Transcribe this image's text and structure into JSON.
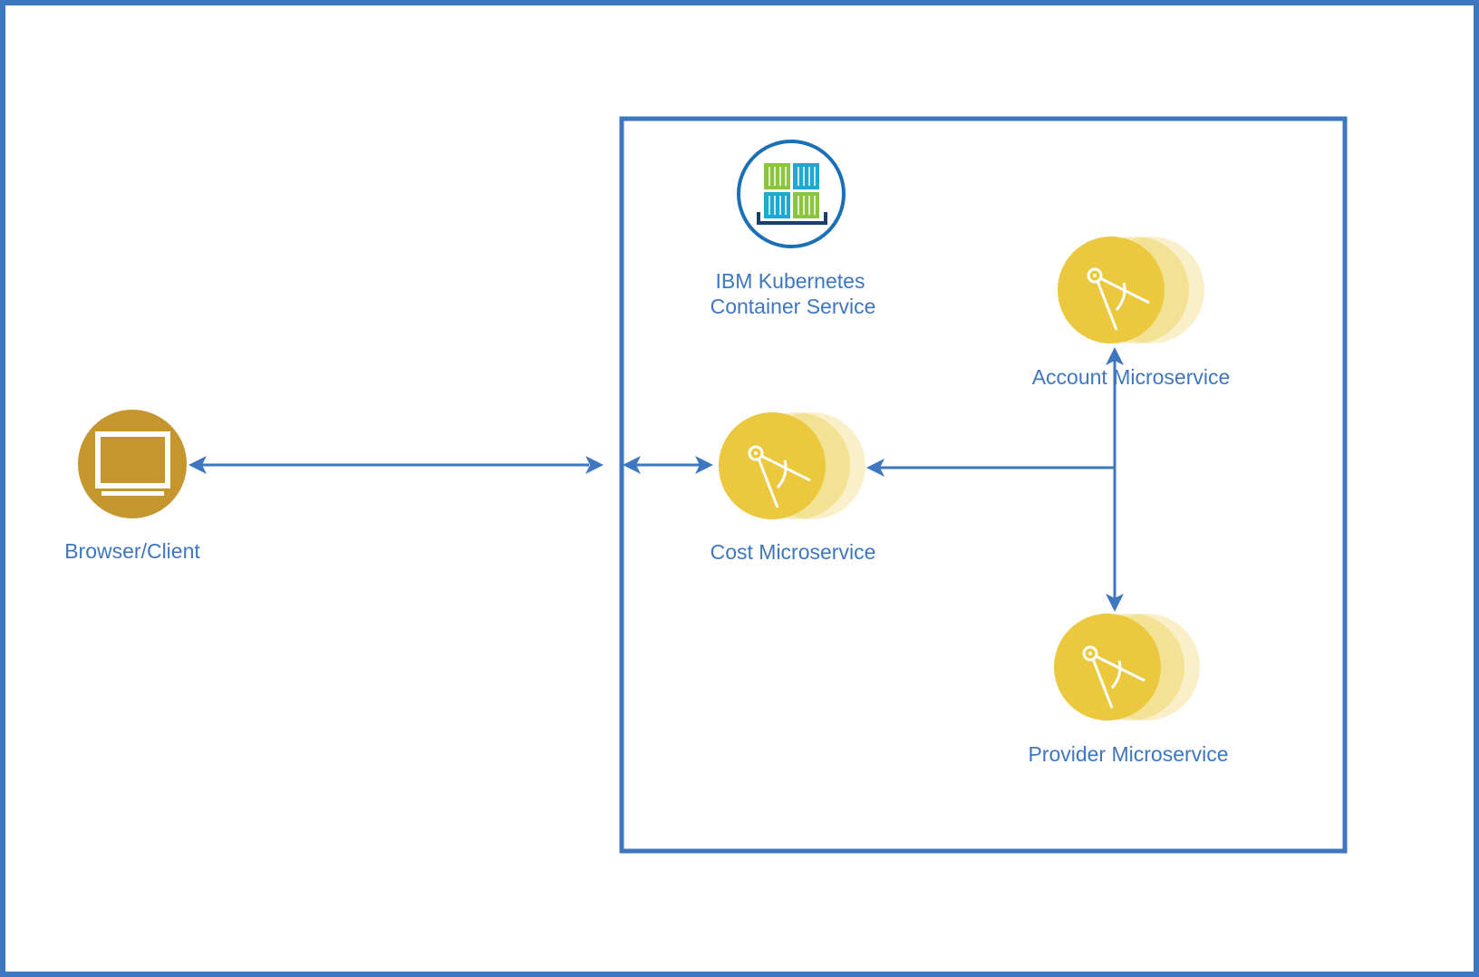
{
  "colors": {
    "line": "#3e76bf",
    "client_circle": "#c5962e",
    "microservice_circle": "#ebc83e",
    "kube_circle_stroke": "#1a6fb5",
    "container_green": "#8cc63f",
    "container_blue": "#1fa9d1",
    "container_base": "#1a3f6a"
  },
  "nodes": {
    "client": {
      "label": "Browser/Client",
      "icon": "monitor-icon"
    },
    "kubernetes": {
      "label_line1": "IBM Kubernetes",
      "label_line2": "Container Service",
      "icon": "containers-icon"
    },
    "cost": {
      "label": "Cost Microservice",
      "icon": "compass-icon"
    },
    "account": {
      "label": "Account Microservice",
      "icon": "compass-icon"
    },
    "provider": {
      "label": "Provider Microservice",
      "icon": "compass-icon"
    }
  }
}
